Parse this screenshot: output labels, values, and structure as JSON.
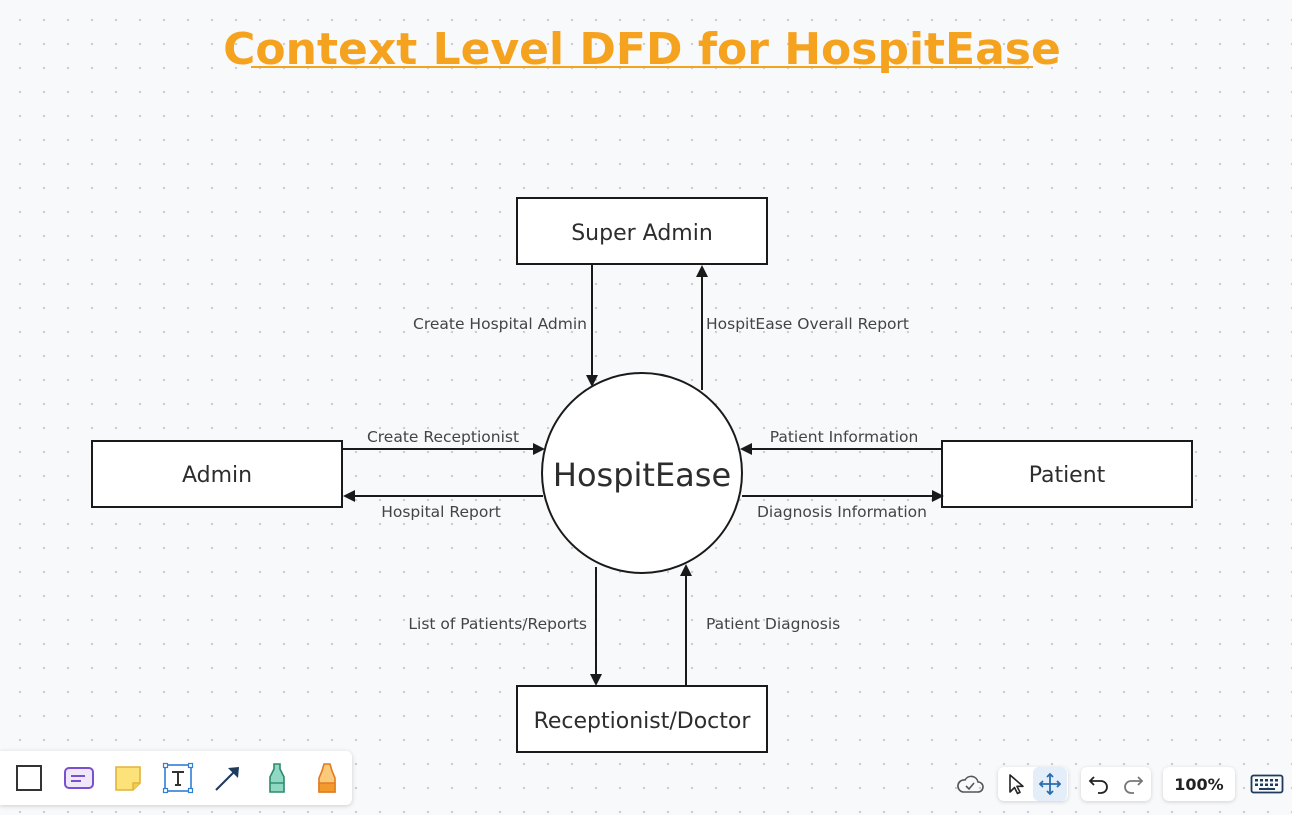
{
  "title": "Context Level DFD for HospitEase",
  "colors": {
    "title": "#f5a21f",
    "stroke": "#1a1a1a",
    "label": "#444444",
    "canvas": "#f8f9fb"
  },
  "diagram": {
    "process": {
      "label": "HospitEase"
    },
    "entities": {
      "super_admin": "Super Admin",
      "admin": "Admin",
      "patient": "Patient",
      "receptionist_doctor": "Receptionist/Doctor"
    },
    "flows": {
      "create_hospital_admin": "Create Hospital Admin",
      "overall_report": "HospitEase Overall Report",
      "create_receptionist": "Create Receptionist",
      "hospital_report": "Hospital Report",
      "patient_information": "Patient Information",
      "diagnosis_information": "Diagnosis Information",
      "list_of_patients": "List of Patients/Reports",
      "patient_diagnosis": "Patient Diagnosis"
    }
  },
  "toolbar": {
    "tools": [
      {
        "name": "rectangle-tool-icon"
      },
      {
        "name": "card-tool-icon"
      },
      {
        "name": "sticky-note-tool-icon"
      },
      {
        "name": "text-tool-icon"
      },
      {
        "name": "arrow-tool-icon"
      },
      {
        "name": "pen-tool-icon"
      },
      {
        "name": "highlighter-tool-icon"
      }
    ]
  },
  "controls": {
    "zoom_label": "100%",
    "icons": [
      "cloud-save-icon",
      "select-pointer-icon",
      "pan-move-icon",
      "undo-icon",
      "redo-icon",
      "keyboard-icon"
    ]
  }
}
